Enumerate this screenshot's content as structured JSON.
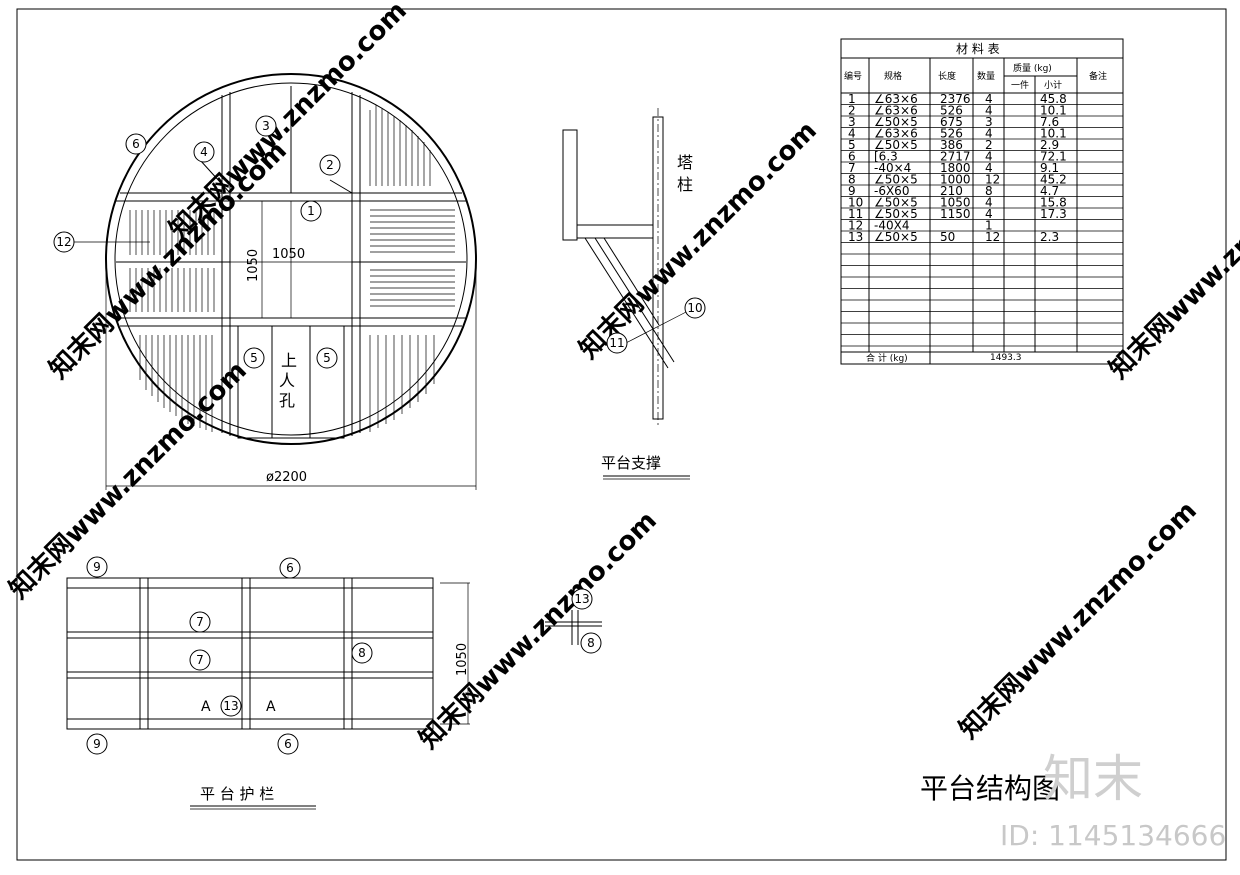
{
  "title": "平台结构图",
  "brand": {
    "logo_text": "知末",
    "id_text": "ID: 1145134666",
    "watermark": "知末网www.znzmo.com"
  },
  "plan_view": {
    "diameter_label": "ø2200",
    "opening_w": "1050",
    "opening_h": "1050",
    "manhole_label": [
      "上",
      "人",
      "孔"
    ],
    "callouts": [
      "1",
      "2",
      "3",
      "4",
      "5",
      "5",
      "6",
      "12"
    ]
  },
  "support_view": {
    "caption": "平台支撑",
    "tower_label": [
      "塔",
      "柱"
    ],
    "callouts": [
      "10",
      "11"
    ]
  },
  "railing_view": {
    "caption": "平 台 护 栏",
    "height_label": "1050",
    "section_mark": "A",
    "callouts": [
      "9",
      "6",
      "7",
      "7",
      "8",
      "13",
      "9",
      "6"
    ]
  },
  "detail_view": {
    "callouts": [
      "13",
      "8"
    ]
  },
  "bom": {
    "title": "材 料 表",
    "headers": {
      "no": "编号",
      "spec": "规格",
      "length": "长度",
      "qty": "数量",
      "mass": "质量 (kg)",
      "unit": "一件",
      "subtotal": "小计",
      "remark": "备注"
    },
    "rows": [
      {
        "no": "1",
        "spec": "∠63×6",
        "length": "2376",
        "qty": "4",
        "unit": "",
        "subtotal": "45.8"
      },
      {
        "no": "2",
        "spec": "∠63×6",
        "length": "526",
        "qty": "4",
        "unit": "",
        "subtotal": "10.1"
      },
      {
        "no": "3",
        "spec": "∠50×5",
        "length": "675",
        "qty": "3",
        "unit": "",
        "subtotal": "7.6"
      },
      {
        "no": "4",
        "spec": "∠63×6",
        "length": "526",
        "qty": "4",
        "unit": "",
        "subtotal": "10.1"
      },
      {
        "no": "5",
        "spec": "∠50×5",
        "length": "386",
        "qty": "2",
        "unit": "",
        "subtotal": "2.9"
      },
      {
        "no": "6",
        "spec": "[6.3",
        "length": "2717",
        "qty": "4",
        "unit": "",
        "subtotal": "72.1"
      },
      {
        "no": "7",
        "spec": "-40×4",
        "length": "1800",
        "qty": "4",
        "unit": "",
        "subtotal": "9.1"
      },
      {
        "no": "8",
        "spec": "∠50×5",
        "length": "1000",
        "qty": "12",
        "unit": "",
        "subtotal": "45.2"
      },
      {
        "no": "9",
        "spec": "-6X60",
        "length": "210",
        "qty": "8",
        "unit": "",
        "subtotal": "4.7"
      },
      {
        "no": "10",
        "spec": "∠50×5",
        "length": "1050",
        "qty": "4",
        "unit": "",
        "subtotal": "15.8"
      },
      {
        "no": "11",
        "spec": "∠50×5",
        "length": "1150",
        "qty": "4",
        "unit": "",
        "subtotal": "17.3"
      },
      {
        "no": "12",
        "spec": "-40X4",
        "length": "",
        "qty": "1",
        "unit": "",
        "subtotal": ""
      },
      {
        "no": "13",
        "spec": "∠50×5",
        "length": "50",
        "qty": "12",
        "unit": "",
        "subtotal": "2.3"
      }
    ],
    "total_label": "合 计 (kg)",
    "total_value": "1493.3"
  }
}
